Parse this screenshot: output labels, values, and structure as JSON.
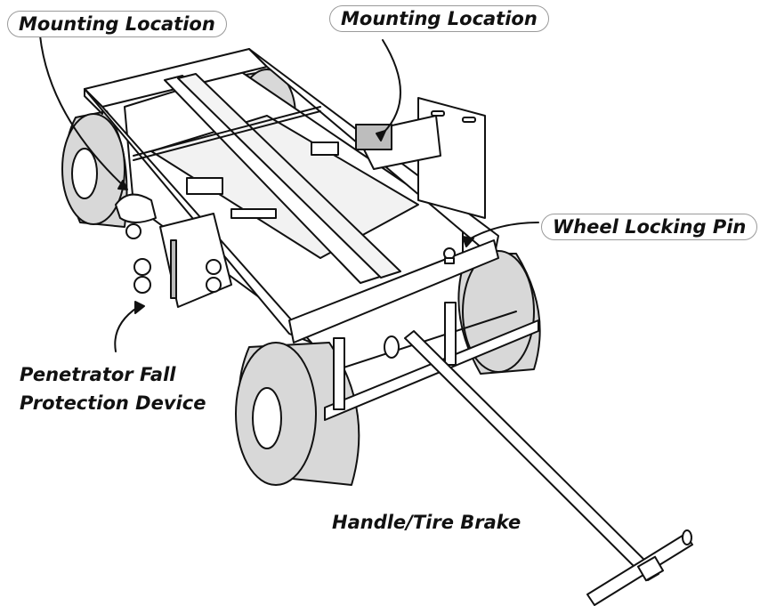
{
  "labels": {
    "mounting_left": "Mounting Location",
    "mounting_right": "Mounting Location",
    "wheel_pin": "Wheel Locking Pin",
    "fall_device_line1": "Penetrator Fall",
    "fall_device_line2": "Protection Device",
    "handle": "Handle/Tire Brake"
  },
  "colors": {
    "line": "#111111",
    "tire_shade": "#d8d8d8",
    "frame_fill": "#ffffff",
    "callout_border": "#9a9a9a"
  }
}
